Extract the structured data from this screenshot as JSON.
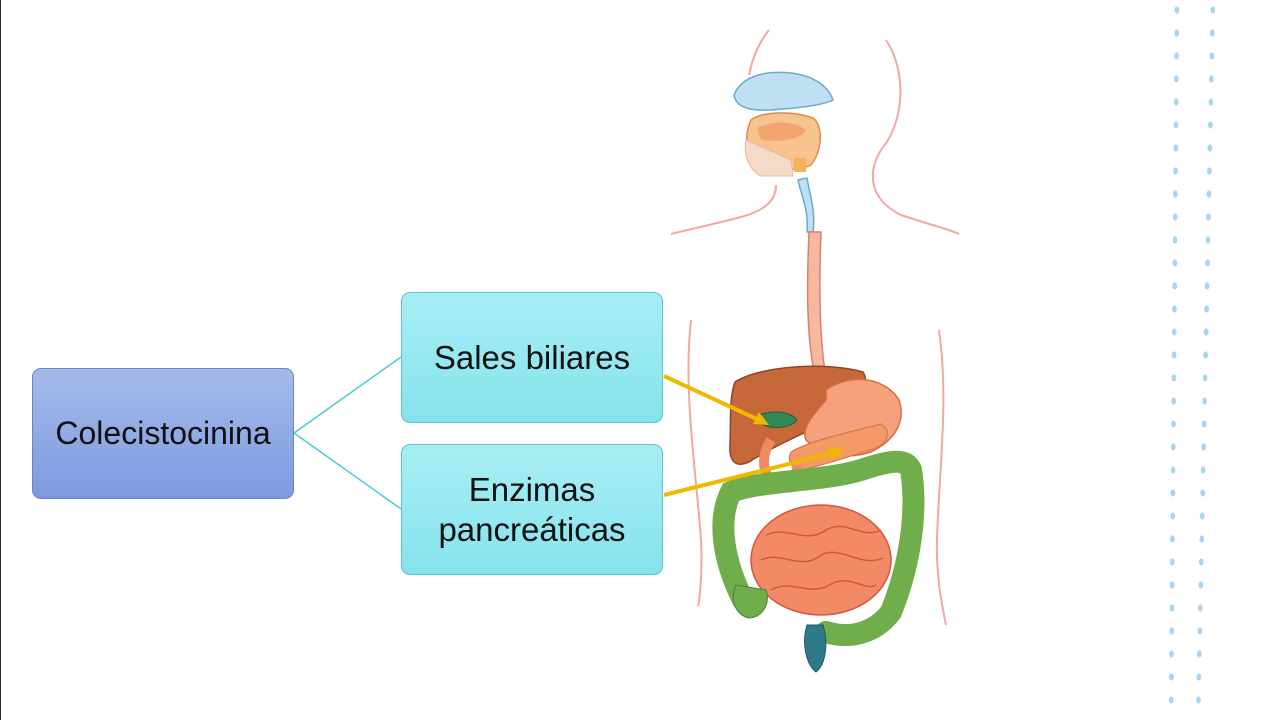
{
  "diagram": {
    "root": {
      "label": "Colecistocinina"
    },
    "children": [
      {
        "label": "Sales biliares"
      },
      {
        "label": "Enzimas pancreáticas"
      }
    ]
  },
  "illustration": {
    "subject": "digestive-system-anatomy"
  },
  "colors": {
    "root_box": "#8ea9e4",
    "child_box": "#96e8f0",
    "connector": "#4ec9d6",
    "arrow": "#f2b800",
    "dots": "#a9d6ee"
  }
}
